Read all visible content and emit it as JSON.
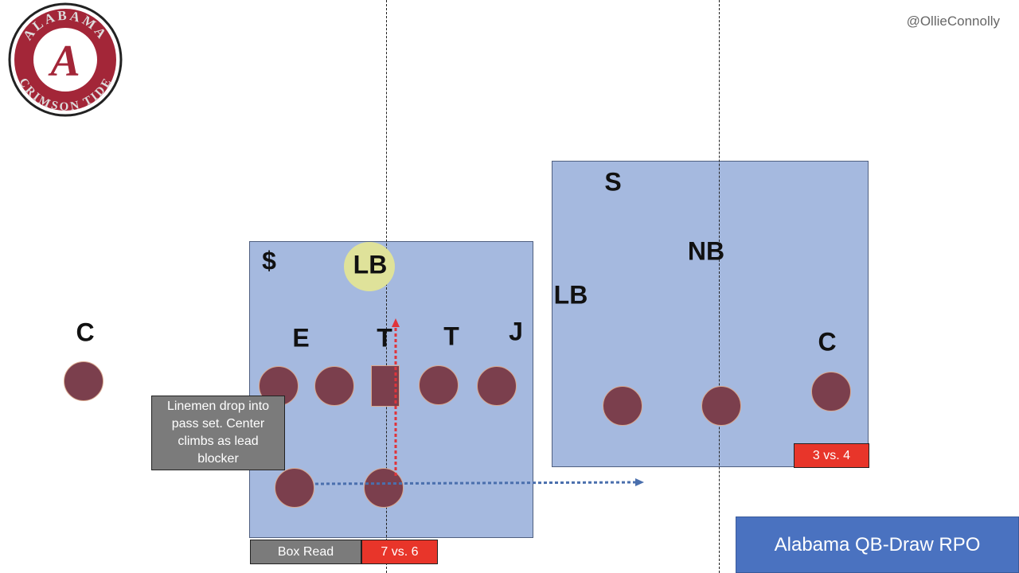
{
  "credit": "@OllieConnolly",
  "logo": {
    "top_text": "ALABAMA",
    "bottom_text": "CRIMSON TIDE",
    "letter": "A"
  },
  "title": "Alabama QB-Draw RPO",
  "note": "Linemen drop into pass set. Center climbs as lead blocker",
  "box_read_label": "Box Read",
  "left_count": "7 vs. 6",
  "right_count": "3 vs. 4",
  "defense": {
    "left_c": "C",
    "safety_dollar": "$",
    "lb_highlight": "LB",
    "e": "E",
    "t1": "T",
    "t2": "T",
    "j": "J",
    "s": "S",
    "nb": "NB",
    "lb_right": "LB",
    "right_c": "C"
  },
  "colors": {
    "box": "#a5b9df",
    "player": "#7b3f4d",
    "highlight": "#dfe29a",
    "title_bg": "#4a72c0",
    "count_bg": "#e8352a"
  }
}
